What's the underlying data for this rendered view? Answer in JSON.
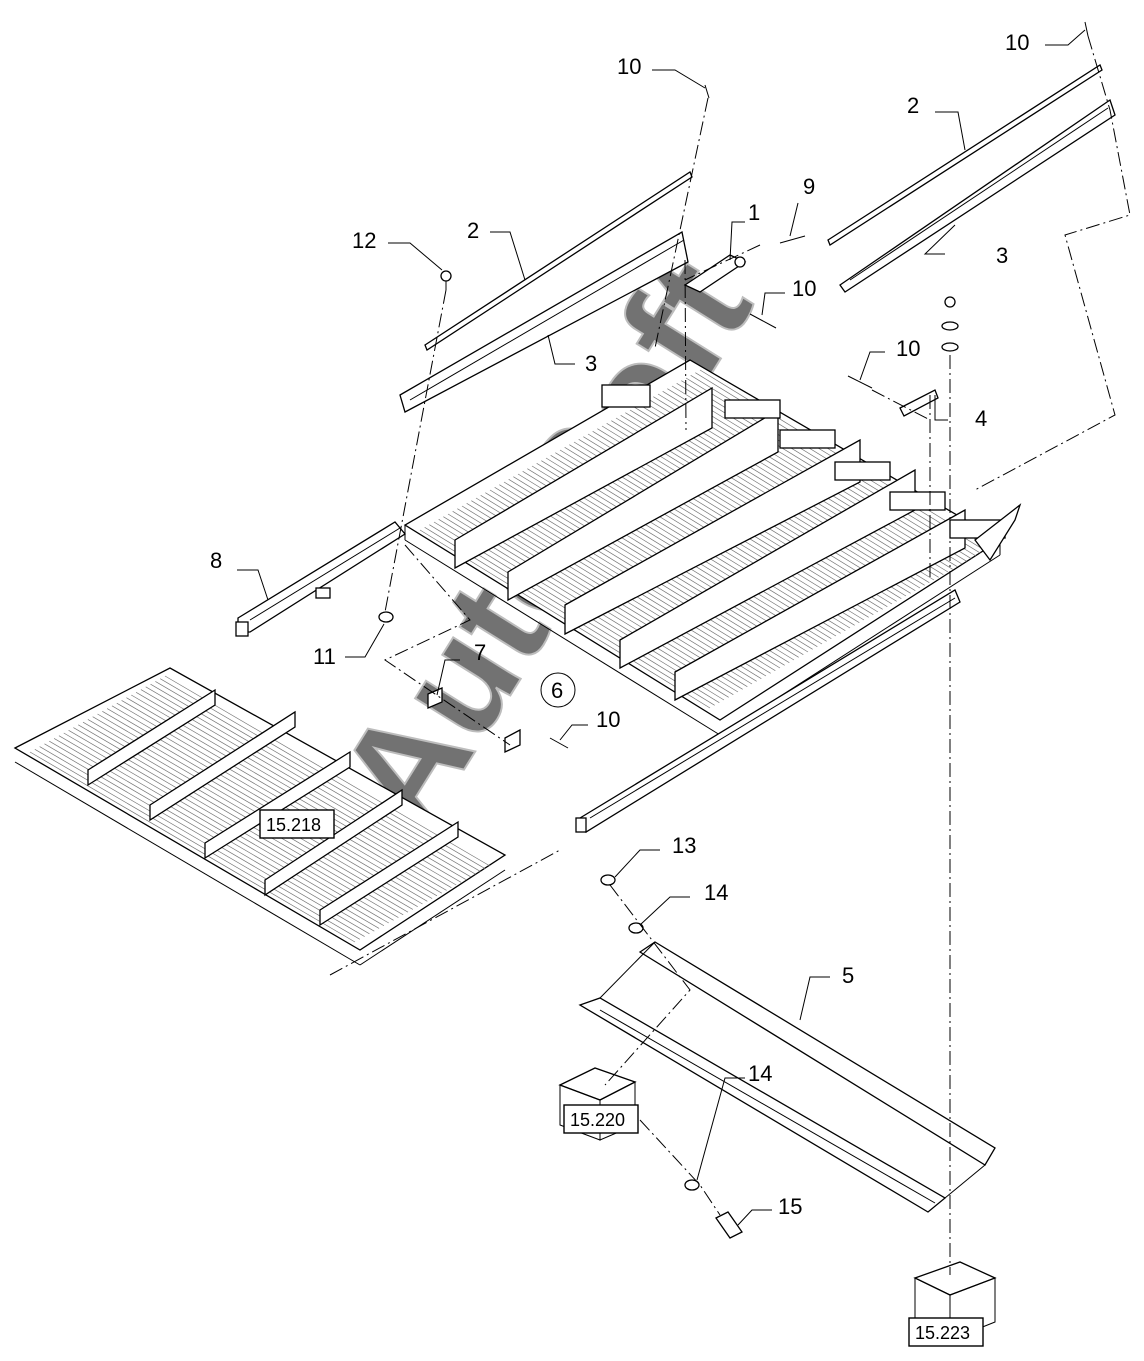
{
  "watermark": "AutoSoft",
  "callouts": {
    "c10_top_right": "10",
    "c10_top_left": "10",
    "c2_right": "2",
    "c9": "9",
    "c1": "1",
    "c12": "12",
    "c2_left": "2",
    "c3_right": "3",
    "c10_mid": "10",
    "c3_left": "3",
    "c10_right": "10",
    "c4": "4",
    "c8": "8",
    "c11": "11",
    "c7": "7",
    "c6": "6",
    "c10_lower": "10",
    "c13": "13",
    "c14_upper": "14",
    "c5": "5",
    "c14_lower": "14",
    "c15": "15"
  },
  "references": {
    "ref_15_218": "15.218",
    "ref_15_220": "15.220",
    "ref_15_223": "15.223"
  }
}
